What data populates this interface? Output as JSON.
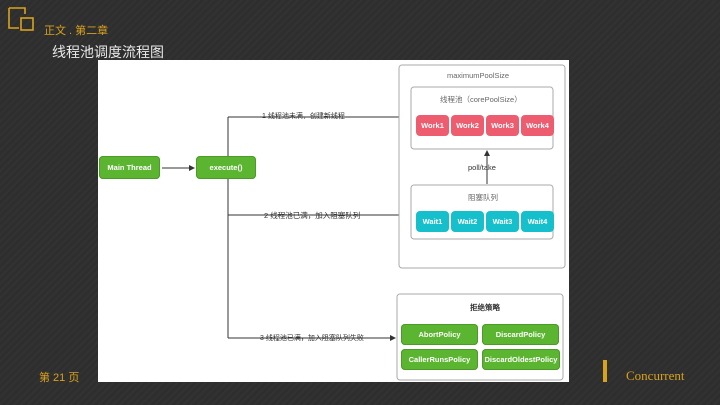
{
  "header": {
    "chapter": "正文 . 第二章",
    "title": "线程池调度流程图"
  },
  "diagram": {
    "main_thread": "Main Thread",
    "execute": "execute()",
    "pool_outer_label": "maximumPoolSize",
    "pool_inner_label": "线程池（corePoolSize）",
    "workers": [
      "Work1",
      "Work2",
      "Work3",
      "Work4"
    ],
    "poll_take": "poll/take",
    "queue_label": "阻塞队列",
    "waits": [
      "Wait1",
      "Wait2",
      "Wait3",
      "Wait4"
    ],
    "reject_label": "拒绝策略",
    "policies": [
      "AbortPolicy",
      "DiscardPolicy",
      "CallerRunsPolicy",
      "DiscardOldestPolicy"
    ],
    "branch_1": "1 线程池未满，创建新线程",
    "branch_2": "2 线程池已满，加入阻塞队列",
    "branch_3": "3 线程池已满，加入阻塞队列失败"
  },
  "footer": {
    "page": "第 21 页",
    "brand": "Concurrent"
  },
  "colors": {
    "accent": "#d9a21b",
    "green": "#5cb531",
    "worker": "#ee5c6f",
    "queue": "#16bfcc"
  }
}
